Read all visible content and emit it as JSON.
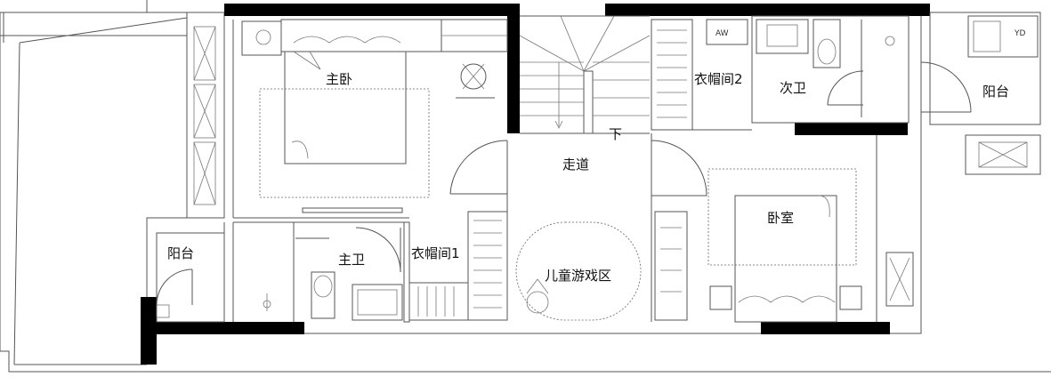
{
  "rooms": {
    "master_bedroom": "主卧",
    "master_bath": "主卫",
    "balcony_left": "阳台",
    "wardrobe_1": "衣帽间1",
    "kids_play_area": "儿童游戏区",
    "corridor": "走道",
    "stairs_down": "下",
    "wardrobe_2": "衣帽间2",
    "second_bath": "次卫",
    "balcony_right": "阳台",
    "bedroom": "卧室"
  },
  "fixture_labels": {
    "washer_left": "AW",
    "washer_right": "YD"
  },
  "colors": {
    "wall_fill": "#000000",
    "line": "#555555",
    "background": "#ffffff"
  }
}
